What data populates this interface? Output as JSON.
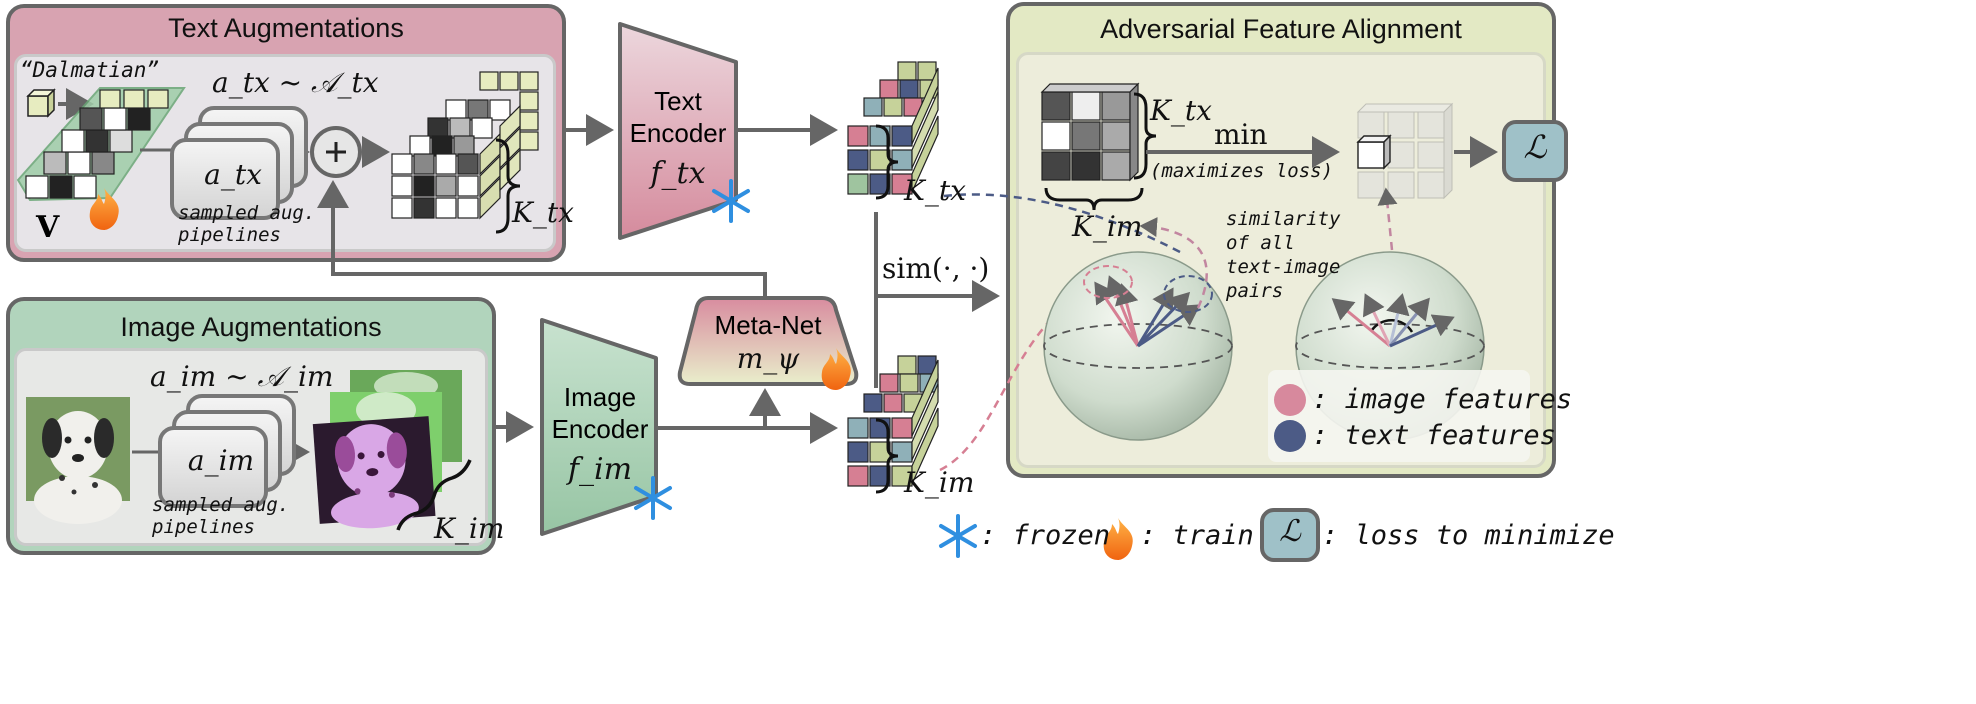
{
  "text_aug": {
    "title": "Text Augmentations",
    "class_name": "“Dalmatian”",
    "sample": "a_tx ~ 𝒜_tx",
    "card": "a_tx",
    "caption_1": "sampled aug.",
    "caption_2": "pipelines",
    "v_label": "V",
    "k_label": "K_tx"
  },
  "image_aug": {
    "title": "Image Augmentations",
    "sample": "a_im ~ 𝒜_im",
    "card": "a_im",
    "caption_1": "sampled aug.",
    "caption_2": "pipelines",
    "k_label": "K_im"
  },
  "text_encoder": {
    "line_1": "Text",
    "line_2": "Encoder",
    "symbol": "f_tx"
  },
  "image_encoder": {
    "line_1": "Image",
    "line_2": "Encoder",
    "symbol": "f_im"
  },
  "meta_net": {
    "name": "Meta-Net",
    "symbol": "m_ψ"
  },
  "middle": {
    "k_tx": "K_tx",
    "k_im": "K_im",
    "sim": "sim(·, ·)"
  },
  "alignment": {
    "title": "Adversarial Feature Alignment",
    "k_tx": "K_tx",
    "k_im": "K_im",
    "min": "min",
    "min_note": "(maximizes loss)",
    "sim_1": "similarity",
    "sim_2": "of all",
    "sim_3": "text-image",
    "sim_4": "pairs",
    "loss": "ℒ",
    "legend_image": ": image features",
    "legend_text": ": text features"
  },
  "bottom_legend": {
    "frozen": ": frozen",
    "train": ": train",
    "loss_symbol": "ℒ",
    "loss": ": loss to minimize"
  },
  "colors": {
    "text_panel": "#d89aa9",
    "image_panel": "#a9cdb3",
    "align_panel": "#e6ecc8",
    "pink": "#d7899d",
    "navy": "#4c5b86",
    "loss_box": "#9fc1c8",
    "snow": "#2f8fe0",
    "flame": "#f07a1a"
  }
}
